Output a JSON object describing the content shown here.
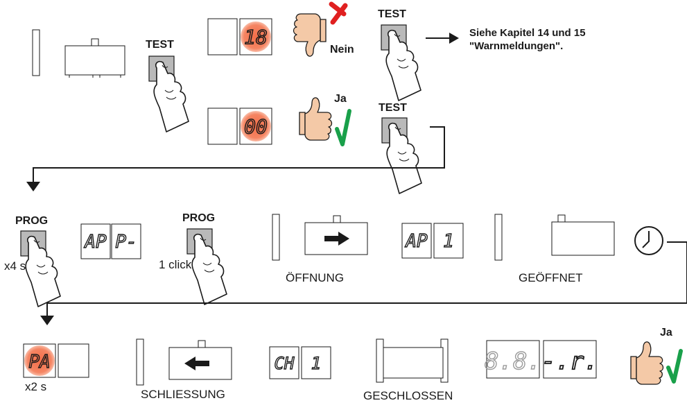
{
  "labels": {
    "test": "TEST",
    "prog": "PROG",
    "nein": "Nein",
    "ja": "Ja",
    "x4s": "x4 s",
    "one_click": "1 click",
    "x2s": "x2 s",
    "oeffnung": "ÖFFNUNG",
    "geoeffnet": "GEÖFFNET",
    "schliessung": "SCHLIESSUNG",
    "geschlossen": "GESCHLOSSEN"
  },
  "note": {
    "line1": "Siehe Kapitel 14 und 15",
    "line2": "\"Warnmeldungen\"."
  },
  "displays": {
    "err_code": "18",
    "ok_code": "00",
    "ap_left": "AP",
    "ap_right": "P-",
    "ap1_left": "AP",
    "ap1_right": "1",
    "pa_left": "PA",
    "ch_left": "CH",
    "ch_right": "1",
    "final_left": "8.8.",
    "final_right": "-.r."
  },
  "icons": [
    "thumbs-down-icon",
    "cross-icon",
    "thumbs-up-icon",
    "check-icon",
    "clock-icon",
    "finger-press-icon",
    "arrow-right-icon",
    "arrow-left-icon"
  ],
  "colors": {
    "button_red": "#e8232a",
    "display_glow": "#f4774f",
    "check_green": "#19a04a",
    "cross_red": "#e02020",
    "button_grey": "#b9b9b9"
  }
}
